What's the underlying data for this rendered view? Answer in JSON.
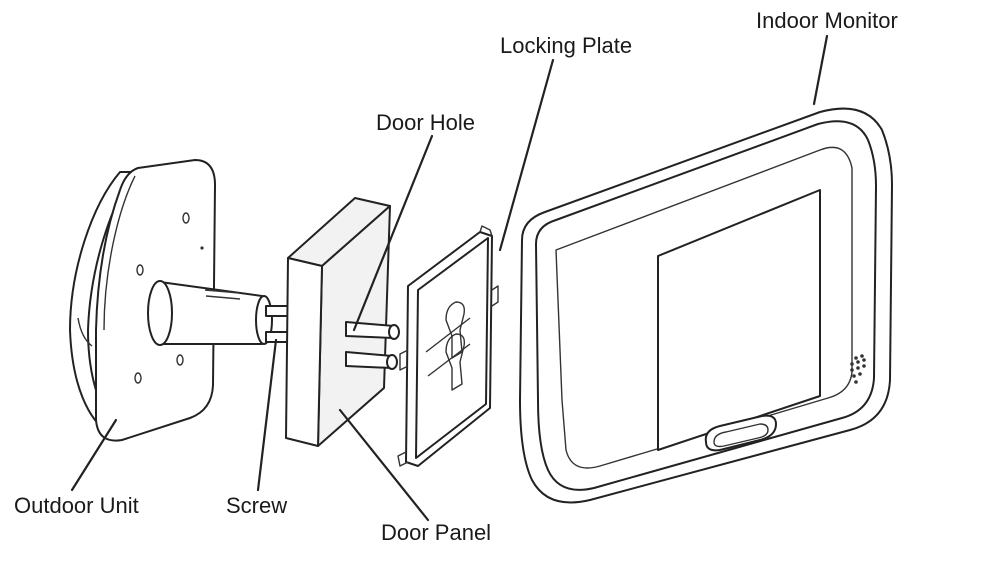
{
  "labels": {
    "indoor_monitor": "Indoor Monitor",
    "locking_plate": "Locking Plate",
    "door_hole": "Door Hole",
    "outdoor_unit": "Outdoor Unit",
    "screw": "Screw",
    "door_panel": "Door Panel"
  },
  "colors": {
    "line": "#222222",
    "background": "#ffffff"
  }
}
